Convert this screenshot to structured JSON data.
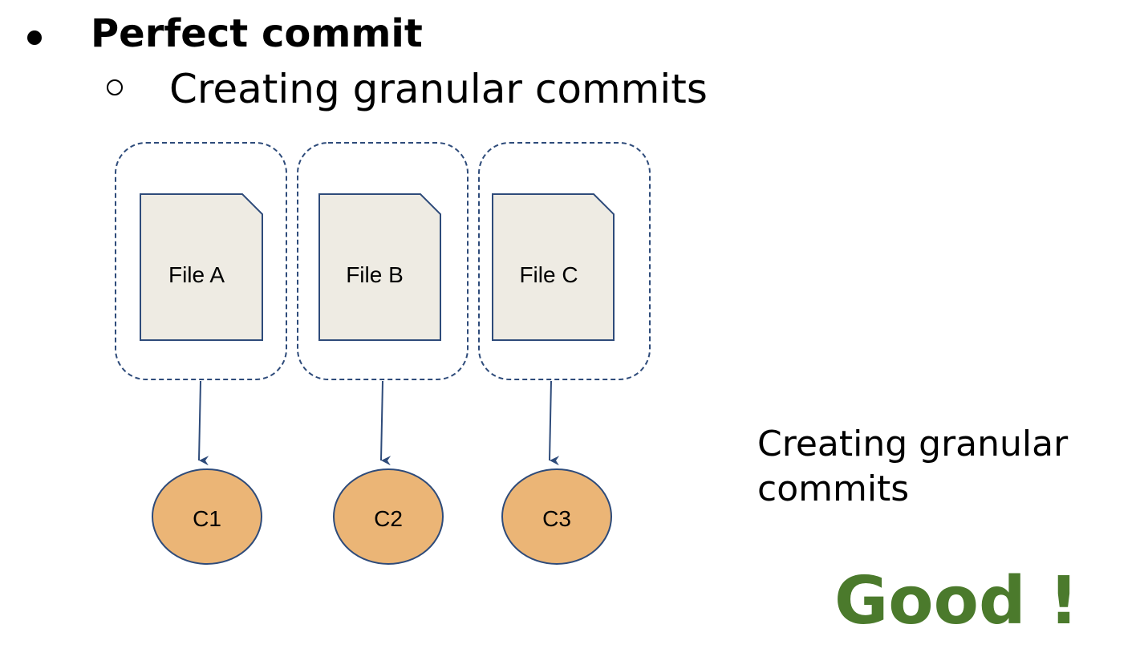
{
  "heading": "Perfect commit",
  "subheading": "Creating granular commits",
  "files": [
    "File A",
    "File B",
    "File C"
  ],
  "commits": [
    "C1",
    "C2",
    "C3"
  ],
  "side_text": "Creating granular commits",
  "verdict": "Good !",
  "colors": {
    "file_fill": "#eeebe3",
    "file_stroke": "#2e4b7a",
    "group_stroke": "#2e4b7a",
    "commit_fill": "#ebb576",
    "commit_stroke": "#2e4b7a",
    "arrow": "#2e4b7a",
    "verdict": "#4b7a2c"
  },
  "icons": {
    "bullet_level_1": "filled-circle-bullet-icon",
    "bullet_level_2": "hollow-circle-bullet-icon"
  }
}
